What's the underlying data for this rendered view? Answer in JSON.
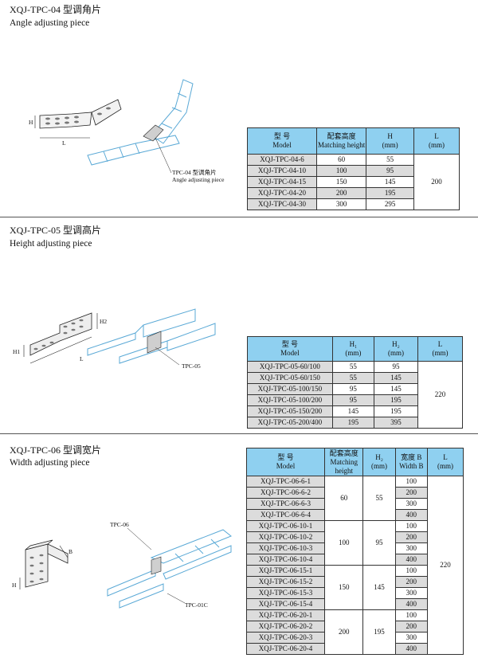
{
  "s1": {
    "title": "XQJ-TPC-04 型调角片",
    "subtitle": "Angle adjusting piece",
    "labels": {
      "h": "H",
      "l": "L",
      "callout": "TPC-04 型调角片",
      "callout2": "Angle adjusting piece"
    },
    "table": {
      "headers": [
        [
          "型 号",
          "Model"
        ],
        [
          "配套高度",
          "Matching height"
        ],
        [
          "H",
          "(mm)"
        ],
        [
          "L",
          "(mm)"
        ]
      ],
      "rows": [
        [
          "XQJ-TPC-04-6",
          "60",
          "55"
        ],
        [
          "XQJ-TPC-04-10",
          "100",
          "95"
        ],
        [
          "XQJ-TPC-04-15",
          "150",
          "145"
        ],
        [
          "XQJ-TPC-04-20",
          "200",
          "195"
        ],
        [
          "XQJ-TPC-04-30",
          "300",
          "295"
        ]
      ],
      "l_value": "200"
    }
  },
  "s2": {
    "title": "XQJ-TPC-05 型调高片",
    "subtitle": "Height adjusting piece",
    "labels": {
      "h1": "H1",
      "h2": "H2",
      "l": "L",
      "callout": "TPC-05"
    },
    "table": {
      "headers": [
        [
          "型 号",
          "Model"
        ],
        [
          "H₁",
          "(mm)"
        ],
        [
          "H₂",
          "(mm)"
        ],
        [
          "L",
          "(mm)"
        ]
      ],
      "rows": [
        [
          "XQJ-TPC-05-60/100",
          "55",
          "95"
        ],
        [
          "XQJ-TPC-05-60/150",
          "55",
          "145"
        ],
        [
          "XQJ-TPC-05-100/150",
          "95",
          "145"
        ],
        [
          "XQJ-TPC-05-100/200",
          "95",
          "195"
        ],
        [
          "XQJ-TPC-05-150/200",
          "145",
          "195"
        ],
        [
          "XQJ-TPC-05-200/400",
          "195",
          "395"
        ]
      ],
      "l_value": "220"
    }
  },
  "s3": {
    "title": "XQJ-TPC-06 型调宽片",
    "subtitle": "Width adjusting piece",
    "labels": {
      "b": "B",
      "h": "H",
      "callout1": "TPC-06",
      "callout2": "TPC-01C"
    },
    "table": {
      "headers": [
        [
          "型 号",
          "Model"
        ],
        [
          "配套高度",
          "Matching height"
        ],
        [
          "H₂",
          "(mm)"
        ],
        [
          "宽度 B",
          "Width B"
        ],
        [
          "L",
          "(mm)"
        ]
      ],
      "groups": [
        {
          "match": "60",
          "h": "55",
          "rows": [
            [
              "XQJ-TPC-06-6-1",
              "100"
            ],
            [
              "XQJ-TPC-06-6-2",
              "200"
            ],
            [
              "XQJ-TPC-06-6-3",
              "300"
            ],
            [
              "XQJ-TPC-06-6-4",
              "400"
            ]
          ]
        },
        {
          "match": "100",
          "h": "95",
          "rows": [
            [
              "XQJ-TPC-06-10-1",
              "100"
            ],
            [
              "XQJ-TPC-06-10-2",
              "200"
            ],
            [
              "XQJ-TPC-06-10-3",
              "300"
            ],
            [
              "XQJ-TPC-06-10-4",
              "400"
            ]
          ]
        },
        {
          "match": "150",
          "h": "145",
          "rows": [
            [
              "XQJ-TPC-06-15-1",
              "100"
            ],
            [
              "XQJ-TPC-06-15-2",
              "200"
            ],
            [
              "XQJ-TPC-06-15-3",
              "300"
            ],
            [
              "XQJ-TPC-06-15-4",
              "400"
            ]
          ]
        },
        {
          "match": "200",
          "h": "195",
          "rows": [
            [
              "XQJ-TPC-06-20-1",
              "100"
            ],
            [
              "XQJ-TPC-06-20-2",
              "200"
            ],
            [
              "XQJ-TPC-06-20-3",
              "300"
            ],
            [
              "XQJ-TPC-06-20-4",
              "400"
            ]
          ]
        }
      ],
      "l_value": "220"
    }
  }
}
